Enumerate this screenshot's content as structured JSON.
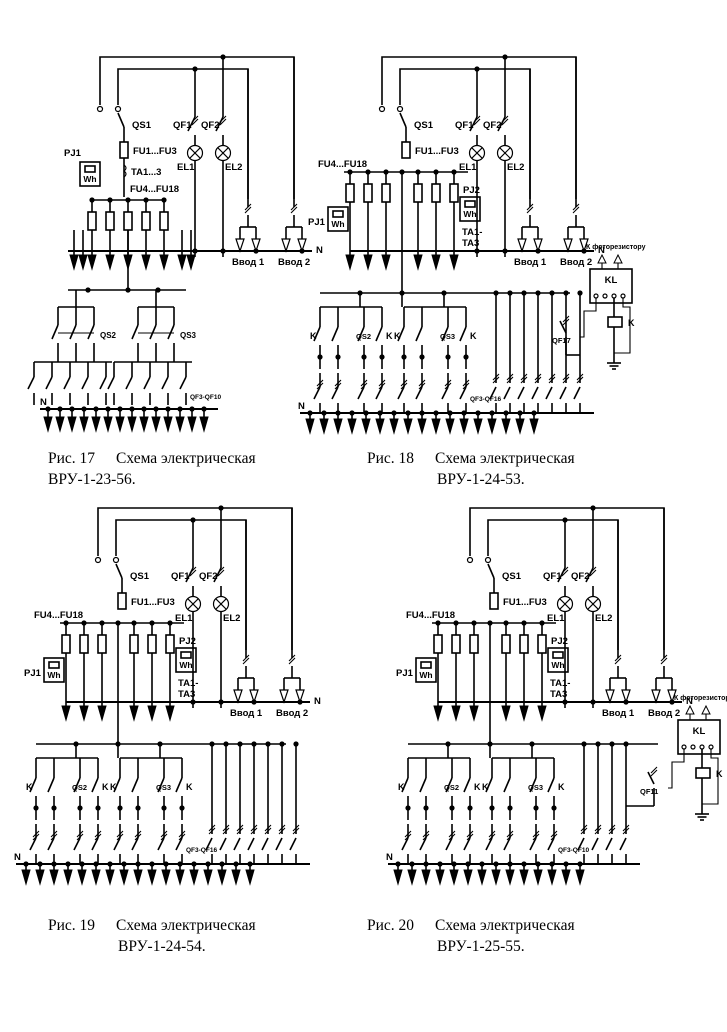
{
  "figures": [
    {
      "id": "fig17",
      "caption_label": "Рис. 17",
      "caption_title": "Схема электрическая",
      "caption_code": "ВРУ-1-23-56.",
      "labels": {
        "qs1": "QS1",
        "qf1": "QF1",
        "qf2": "QF2",
        "el1": "EL1",
        "el2": "EL2",
        "fu_main": "FU1...FU3",
        "pj1": "PJ1",
        "wh": "Wh",
        "ta": "TA1...3",
        "fu_out": "FU4...FU18",
        "n": "N",
        "vvod1": "Ввод 1",
        "vvod2": "Ввод 2",
        "qs2": "QS2",
        "qs3": "QS3",
        "qf_range": "QF3-QF10"
      }
    },
    {
      "id": "fig18",
      "caption_label": "Рис. 18",
      "caption_title": "Схема электрическая",
      "caption_code": "ВРУ-1-24-53.",
      "labels": {
        "qs1": "QS1",
        "qf1": "QF1",
        "qf2": "QF2",
        "el1": "EL1",
        "el2": "EL2",
        "fu_main": "FU1...FU3",
        "fu_out": "FU4...FU18",
        "pj1": "PJ1",
        "pj2": "PJ2",
        "wh": "Wh",
        "ta_a": "TA1-",
        "ta_b": "TA3",
        "n": "N",
        "vvod1": "Ввод 1",
        "vvod2": "Ввод 2",
        "k": "K",
        "qs2": "QS2",
        "qs3": "QS3",
        "qf_range": "QF3-QF16",
        "photo": "К фоторезистору",
        "kl": "KL",
        "qf_ctrl": "QF17"
      }
    },
    {
      "id": "fig19",
      "caption_label": "Рис. 19",
      "caption_title": "Схема электрическая",
      "caption_code": "ВРУ-1-24-54.",
      "labels": {
        "qs1": "QS1",
        "qf1": "QF1",
        "qf2": "QF2",
        "el1": "EL1",
        "el2": "EL2",
        "fu_main": "FU1...FU3",
        "fu_out": "FU4...FU18",
        "pj1": "PJ1",
        "pj2": "PJ2",
        "wh": "Wh",
        "ta_a": "TA1-",
        "ta_b": "TA3",
        "n": "N",
        "vvod1": "Ввод 1",
        "vvod2": "Ввод 2",
        "k": "K",
        "qs2": "QS2",
        "qs3": "QS3",
        "qf_range": "QF3-QF16"
      }
    },
    {
      "id": "fig20",
      "caption_label": "Рис. 20",
      "caption_title": "Схема электрическая",
      "caption_code": "ВРУ-1-25-55.",
      "labels": {
        "qs1": "QS1",
        "qf1": "QF1",
        "qf2": "QF2",
        "el1": "EL1",
        "el2": "EL2",
        "fu_main": "FU1...FU3",
        "fu_out": "FU4...FU18",
        "pj1": "PJ1",
        "pj2": "PJ2",
        "wh": "Wh",
        "ta_a": "TA1-",
        "ta_b": "TA3",
        "n": "N",
        "vvod1": "Ввод 1",
        "vvod2": "Ввод 2",
        "k": "K",
        "qs2": "QS2",
        "qs3": "QS3",
        "qf_range": "QF3-QF10",
        "photo": "К фоторезистору",
        "kl": "KL",
        "qf_ctrl": "QF11"
      }
    }
  ]
}
